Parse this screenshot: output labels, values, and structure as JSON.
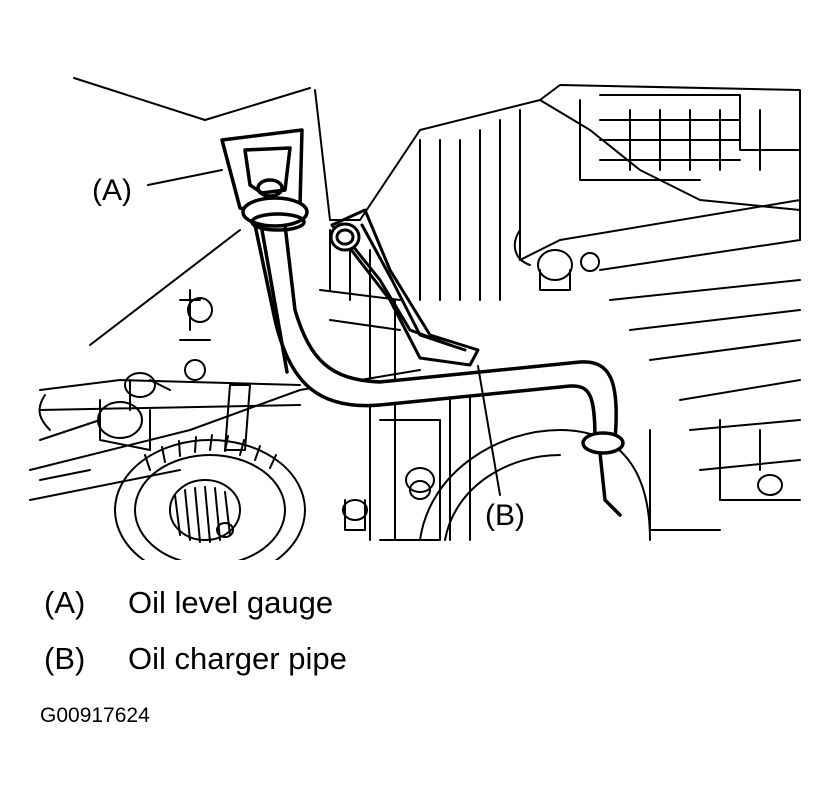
{
  "diagram": {
    "callouts": {
      "a": "(A)",
      "b": "(B)"
    }
  },
  "legend": [
    {
      "key": "(A)",
      "label": "Oil level gauge"
    },
    {
      "key": "(B)",
      "label": "Oil charger pipe"
    }
  ],
  "figure_id": "G00917624",
  "colors": {
    "line": "#000000",
    "background": "#ffffff"
  }
}
